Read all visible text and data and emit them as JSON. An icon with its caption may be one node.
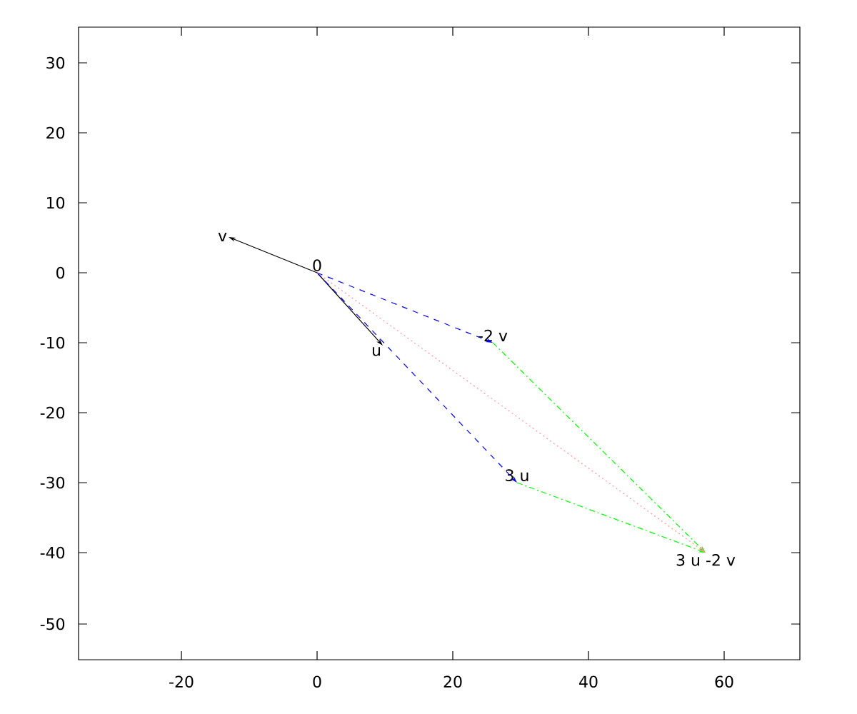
{
  "diagram": {
    "nodes": [
      {
        "text": [
          "0"
        ]
      },
      {
        "text": [
          "v"
        ]
      },
      {
        "text": [
          "u"
        ]
      },
      {
        "text": [
          "-2 v"
        ]
      },
      {
        "text": [
          "3 u"
        ]
      },
      {
        "text": [
          "3 u -2 v"
        ]
      }
    ],
    "edges": [
      {
        "from": 0,
        "to": 1,
        "arrow": "to"
      },
      {
        "from": 0,
        "to": 2,
        "arrow": "to"
      },
      {
        "from": 0,
        "to": 3,
        "arrow": "to",
        "style": "dashed",
        "color": "#0000ff"
      },
      {
        "from": 0,
        "to": 4,
        "arrow": "to",
        "style": "dashed",
        "color": "#0000ff"
      },
      {
        "from": 3,
        "to": 5,
        "arrow": "to",
        "style": "dashed",
        "color": "#00ff00"
      },
      {
        "from": 4,
        "to": 5,
        "arrow": "to",
        "style": "dashed",
        "color": "#00ff00"
      },
      {
        "from": 0,
        "to": 5,
        "arrow": "to",
        "style": "dashed",
        "color": "#ff9090"
      }
    ],
    "labels": [
      "30",
      "20",
      "10",
      "0",
      "-10",
      "-20",
      "-30",
      "-40",
      "-50",
      "-20",
      "0",
      "20",
      "40",
      "60"
    ]
  }
}
